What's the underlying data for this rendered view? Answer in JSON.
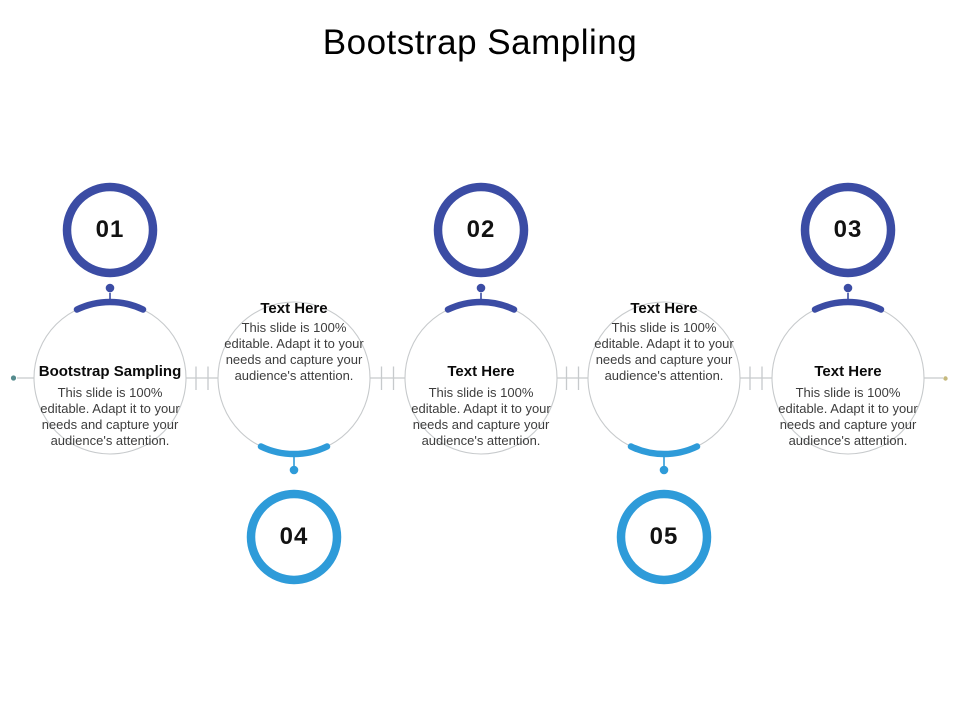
{
  "slide": {
    "title": "Bootstrap Sampling",
    "colors": {
      "dark_blue": "#3B4CA4",
      "light_blue": "#2E9BD9",
      "line_gray": "#C7CACC",
      "start_dot": "#558B8D",
      "end_dot": "#C5B97E",
      "heading_text": "#0A0A0A",
      "body_text": "#3D3D3D",
      "number_text": "#121212"
    },
    "stations": [
      {
        "number": "01",
        "side": "top",
        "heading": "Bootstrap Sampling",
        "body_lines": [
          "This slide is 100%",
          "editable. Adapt it to your",
          "needs and capture your",
          "audience's attention."
        ]
      },
      {
        "number": "04",
        "side": "bottom",
        "heading": "Text Here",
        "body_lines": [
          "This slide is 100%",
          "editable. Adapt it to your",
          "needs and capture your",
          "audience's attention."
        ]
      },
      {
        "number": "02",
        "side": "top",
        "heading": "Text Here",
        "body_lines": [
          "This slide is 100%",
          "editable. Adapt it to your",
          "needs and capture your",
          "audience's attention."
        ]
      },
      {
        "number": "05",
        "side": "bottom",
        "heading": "Text Here",
        "body_lines": [
          "This slide is 100%",
          "editable. Adapt it to your",
          "needs and capture your",
          "audience's attention."
        ]
      },
      {
        "number": "03",
        "side": "top",
        "heading": "Text Here",
        "body_lines": [
          "This slide is 100%",
          "editable. Adapt it to your",
          "needs and capture your",
          "audience's attention."
        ]
      }
    ]
  }
}
